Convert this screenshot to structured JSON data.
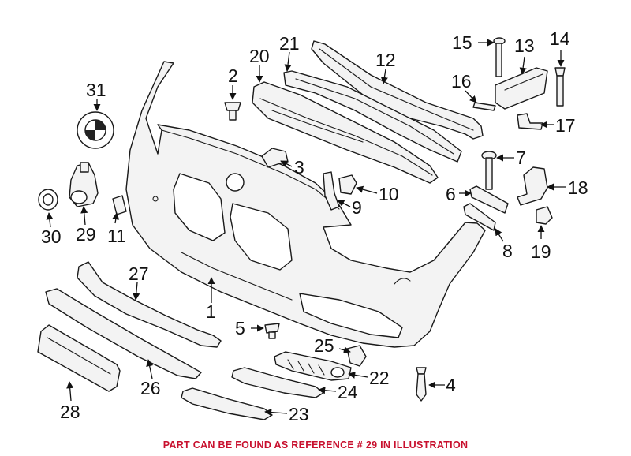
{
  "callouts": [
    "1",
    "2",
    "3",
    "4",
    "5",
    "6",
    "7",
    "8",
    "9",
    "10",
    "11",
    "12",
    "13",
    "14",
    "15",
    "16",
    "17",
    "18",
    "19",
    "20",
    "21",
    "22",
    "23",
    "24",
    "25",
    "26",
    "27",
    "28",
    "29",
    "30",
    "31"
  ],
  "footer_text": "PART CAN BE FOUND AS REFERENCE # 29 IN ILLUSTRATION",
  "colors": {
    "line": "#1a1a1a",
    "part_fill": "#f3f3f3",
    "footer": "#c8102e"
  }
}
